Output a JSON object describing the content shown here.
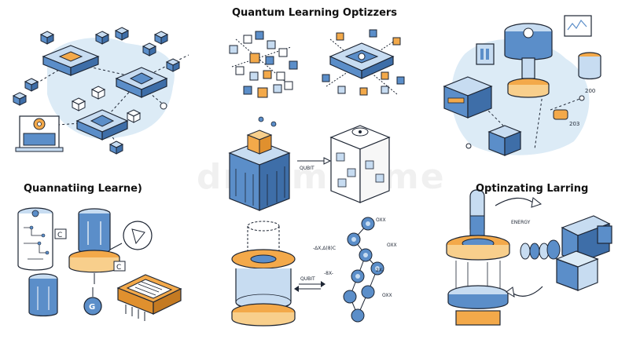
{
  "titles": {
    "main": "Quantum Learning Optizzers",
    "left": "Quannatiing Learne)",
    "right": "Optinzating Larring"
  },
  "watermark": "dreamstime",
  "labels": {
    "qubit_top": "QUBIT",
    "qubit_bottom": "QUBIT",
    "energy": "ENERGY",
    "c_upper": "C",
    "c_lower": "C",
    "g_icon": "G",
    "ox_top": "OXX",
    "ox_mid": "OXX",
    "ox_bot": "OXX",
    "formula_1": "-ΔX,Δ(8)C",
    "formula_2": "-8X-",
    "formula_3": "2X-",
    "num_200": "200",
    "num_203": "203"
  },
  "colors": {
    "blue": "#5b8ec9",
    "light_blue": "#c7dcf1",
    "pale_blue": "#e3eef8",
    "orange": "#f3a94a",
    "light_orange": "#f8cf8c",
    "outline": "#1d2533",
    "blob": "#dcebf6"
  }
}
